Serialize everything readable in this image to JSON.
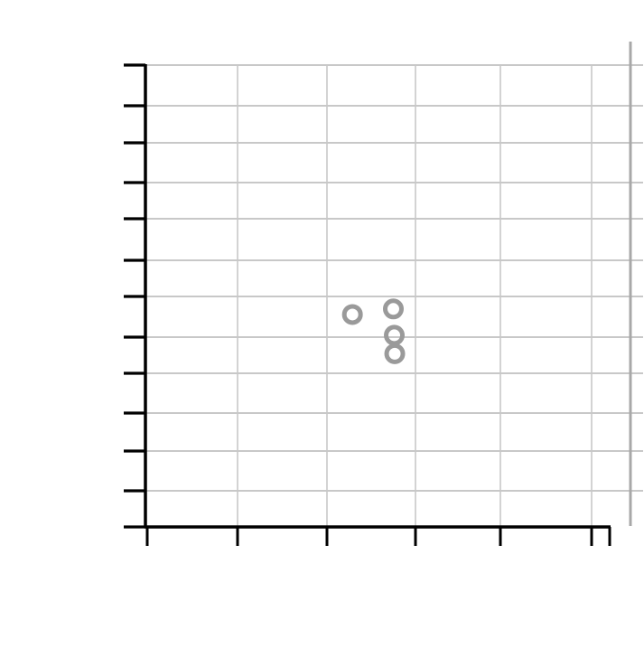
{
  "chart_data": {
    "type": "scatter",
    "title": "",
    "xlabel": "",
    "ylabel": "",
    "x_tick_labels": [],
    "y_tick_labels": [],
    "grid": true,
    "legend": "none",
    "points": [
      {
        "x": 0.445,
        "y": 0.46
      },
      {
        "x": 0.533,
        "y": 0.472
      },
      {
        "x": 0.535,
        "y": 0.415
      },
      {
        "x": 0.536,
        "y": 0.375
      }
    ],
    "colors": {
      "axis": "#000000",
      "grid": "#c8c8c8",
      "marker_stroke": "#9a9a9a",
      "right_border": "#a8a8a8"
    }
  }
}
